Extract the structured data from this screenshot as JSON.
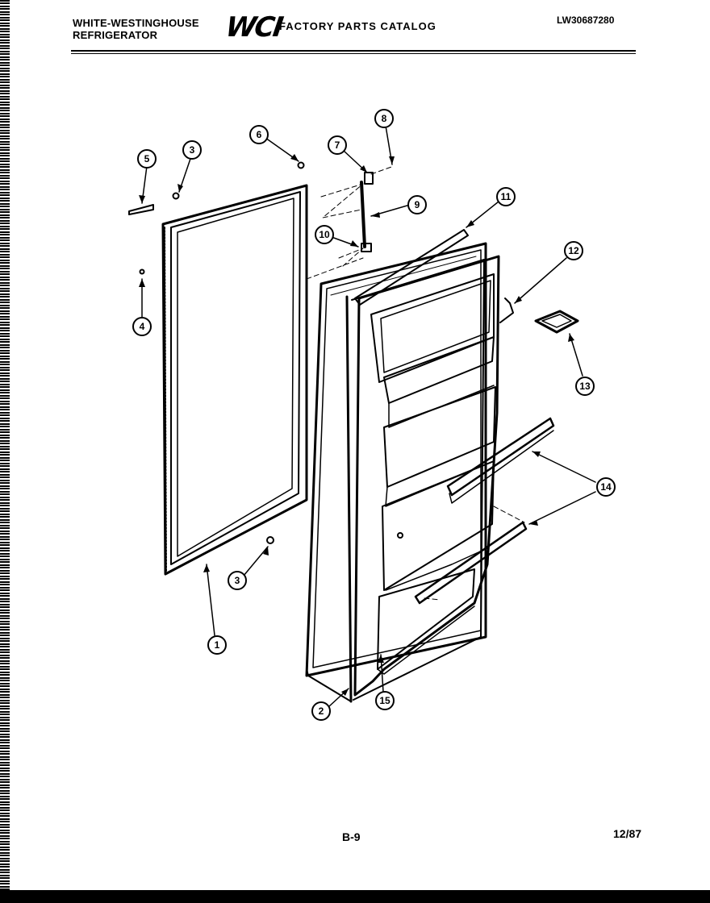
{
  "header": {
    "brand_line1": "WHITE-WESTINGHOUSE",
    "brand_line2": "REFRIGERATOR",
    "logo": "WCI",
    "catalog_title": "FACTORY PARTS CATALOG",
    "model_code": "LW30687280"
  },
  "callouts": [
    "1",
    "2",
    "3",
    "3",
    "4",
    "5",
    "6",
    "7",
    "8",
    "9",
    "10",
    "11",
    "12",
    "13",
    "14",
    "15"
  ],
  "footer": {
    "page_number": "B-9",
    "date": "12/87"
  }
}
